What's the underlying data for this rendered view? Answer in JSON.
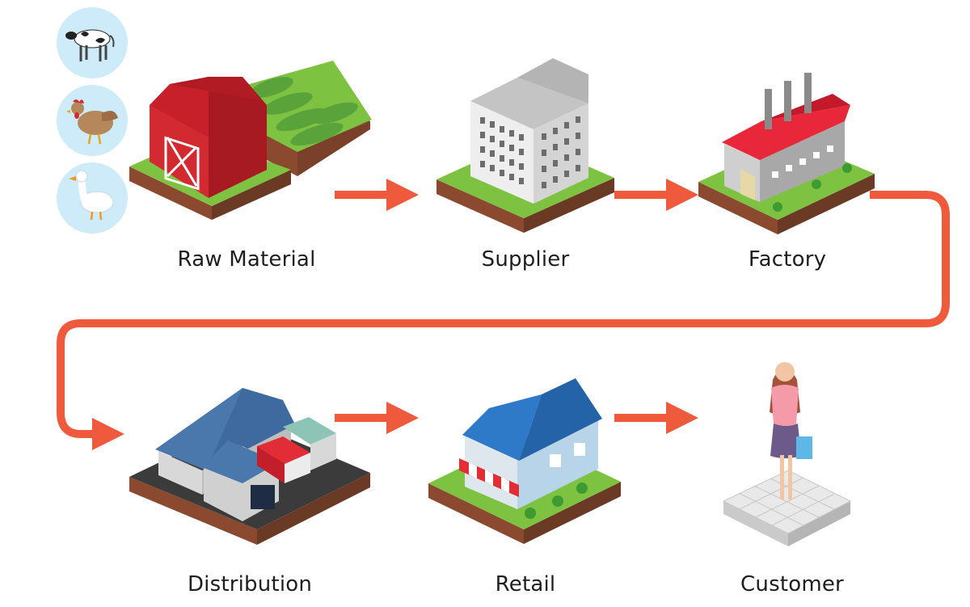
{
  "stages": [
    {
      "id": "raw-material",
      "label": "Raw Material"
    },
    {
      "id": "supplier",
      "label": "Supplier"
    },
    {
      "id": "factory",
      "label": "Factory"
    },
    {
      "id": "distribution",
      "label": "Distribution"
    },
    {
      "id": "retail",
      "label": "Retail"
    },
    {
      "id": "customer",
      "label": "Customer"
    }
  ],
  "animals": [
    "cow",
    "chicken",
    "duck"
  ],
  "colors": {
    "arrow": "#ef5a3c",
    "ground_green": "#7ec242",
    "soil": "#8b4a30",
    "animal_circle": "#cdebf8",
    "barn_red": "#d22a30",
    "factory_roof": "#e8283a",
    "retail_roof": "#2f79c9",
    "warehouse_roof": "#3f6aa0",
    "customer_shirt": "#f49aa8"
  }
}
